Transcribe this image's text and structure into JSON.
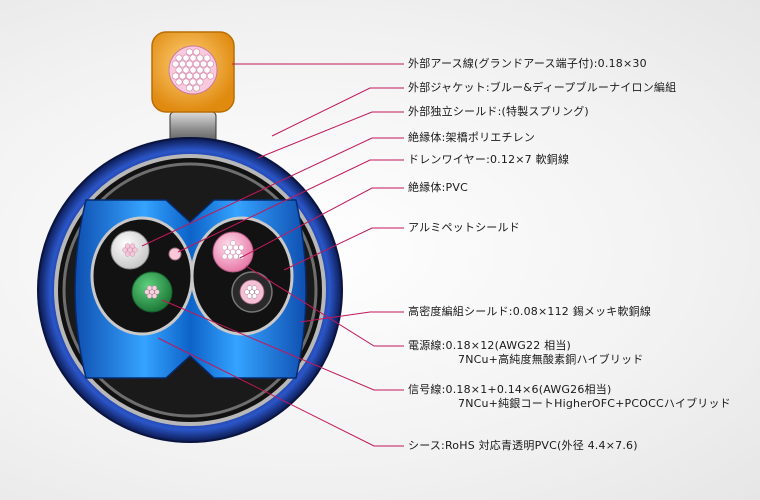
{
  "labels": {
    "ground_wire": "外部アース線(グランドアース端子付):0.18×30",
    "outer_jacket": "外部ジャケット:ブルー&ディープブルーナイロン編組",
    "outer_shield": "外部独立シールド:(特製スプリング)",
    "insulator_1": "絶縁体:架橋ポリエチレン",
    "drain_wire": "ドレンワイヤー:0.12×7 軟銅線",
    "insulator_2": "絶縁体:PVC",
    "aluminum_shield": "アルミペットシールド",
    "braided_shield": "高密度編組シールド:0.08×112 錫メッキ軟銅線",
    "power_wire_1": "電源線:0.18×12(AWG22 相当)",
    "power_wire_2": "7NCu+高純度無酸素銅ハイブリッド",
    "signal_wire_1": "信号線:0.18×1+0.14×6(AWG26相当)",
    "signal_wire_2": "7NCu+純銀コートHigherOFC+PCOCCハイブリッド",
    "sheath": "シース:RoHS 対応青透明PVC(外径 4.4×7.6)"
  },
  "colors": {
    "leader_line": "#c2185b",
    "outer_blue": "#1e3c9c",
    "inner_blue": "#1a7fd6",
    "ground_orange": "#f0a530",
    "power_pink": "#f6a7c8",
    "signal_green": "#2e9e4f"
  }
}
